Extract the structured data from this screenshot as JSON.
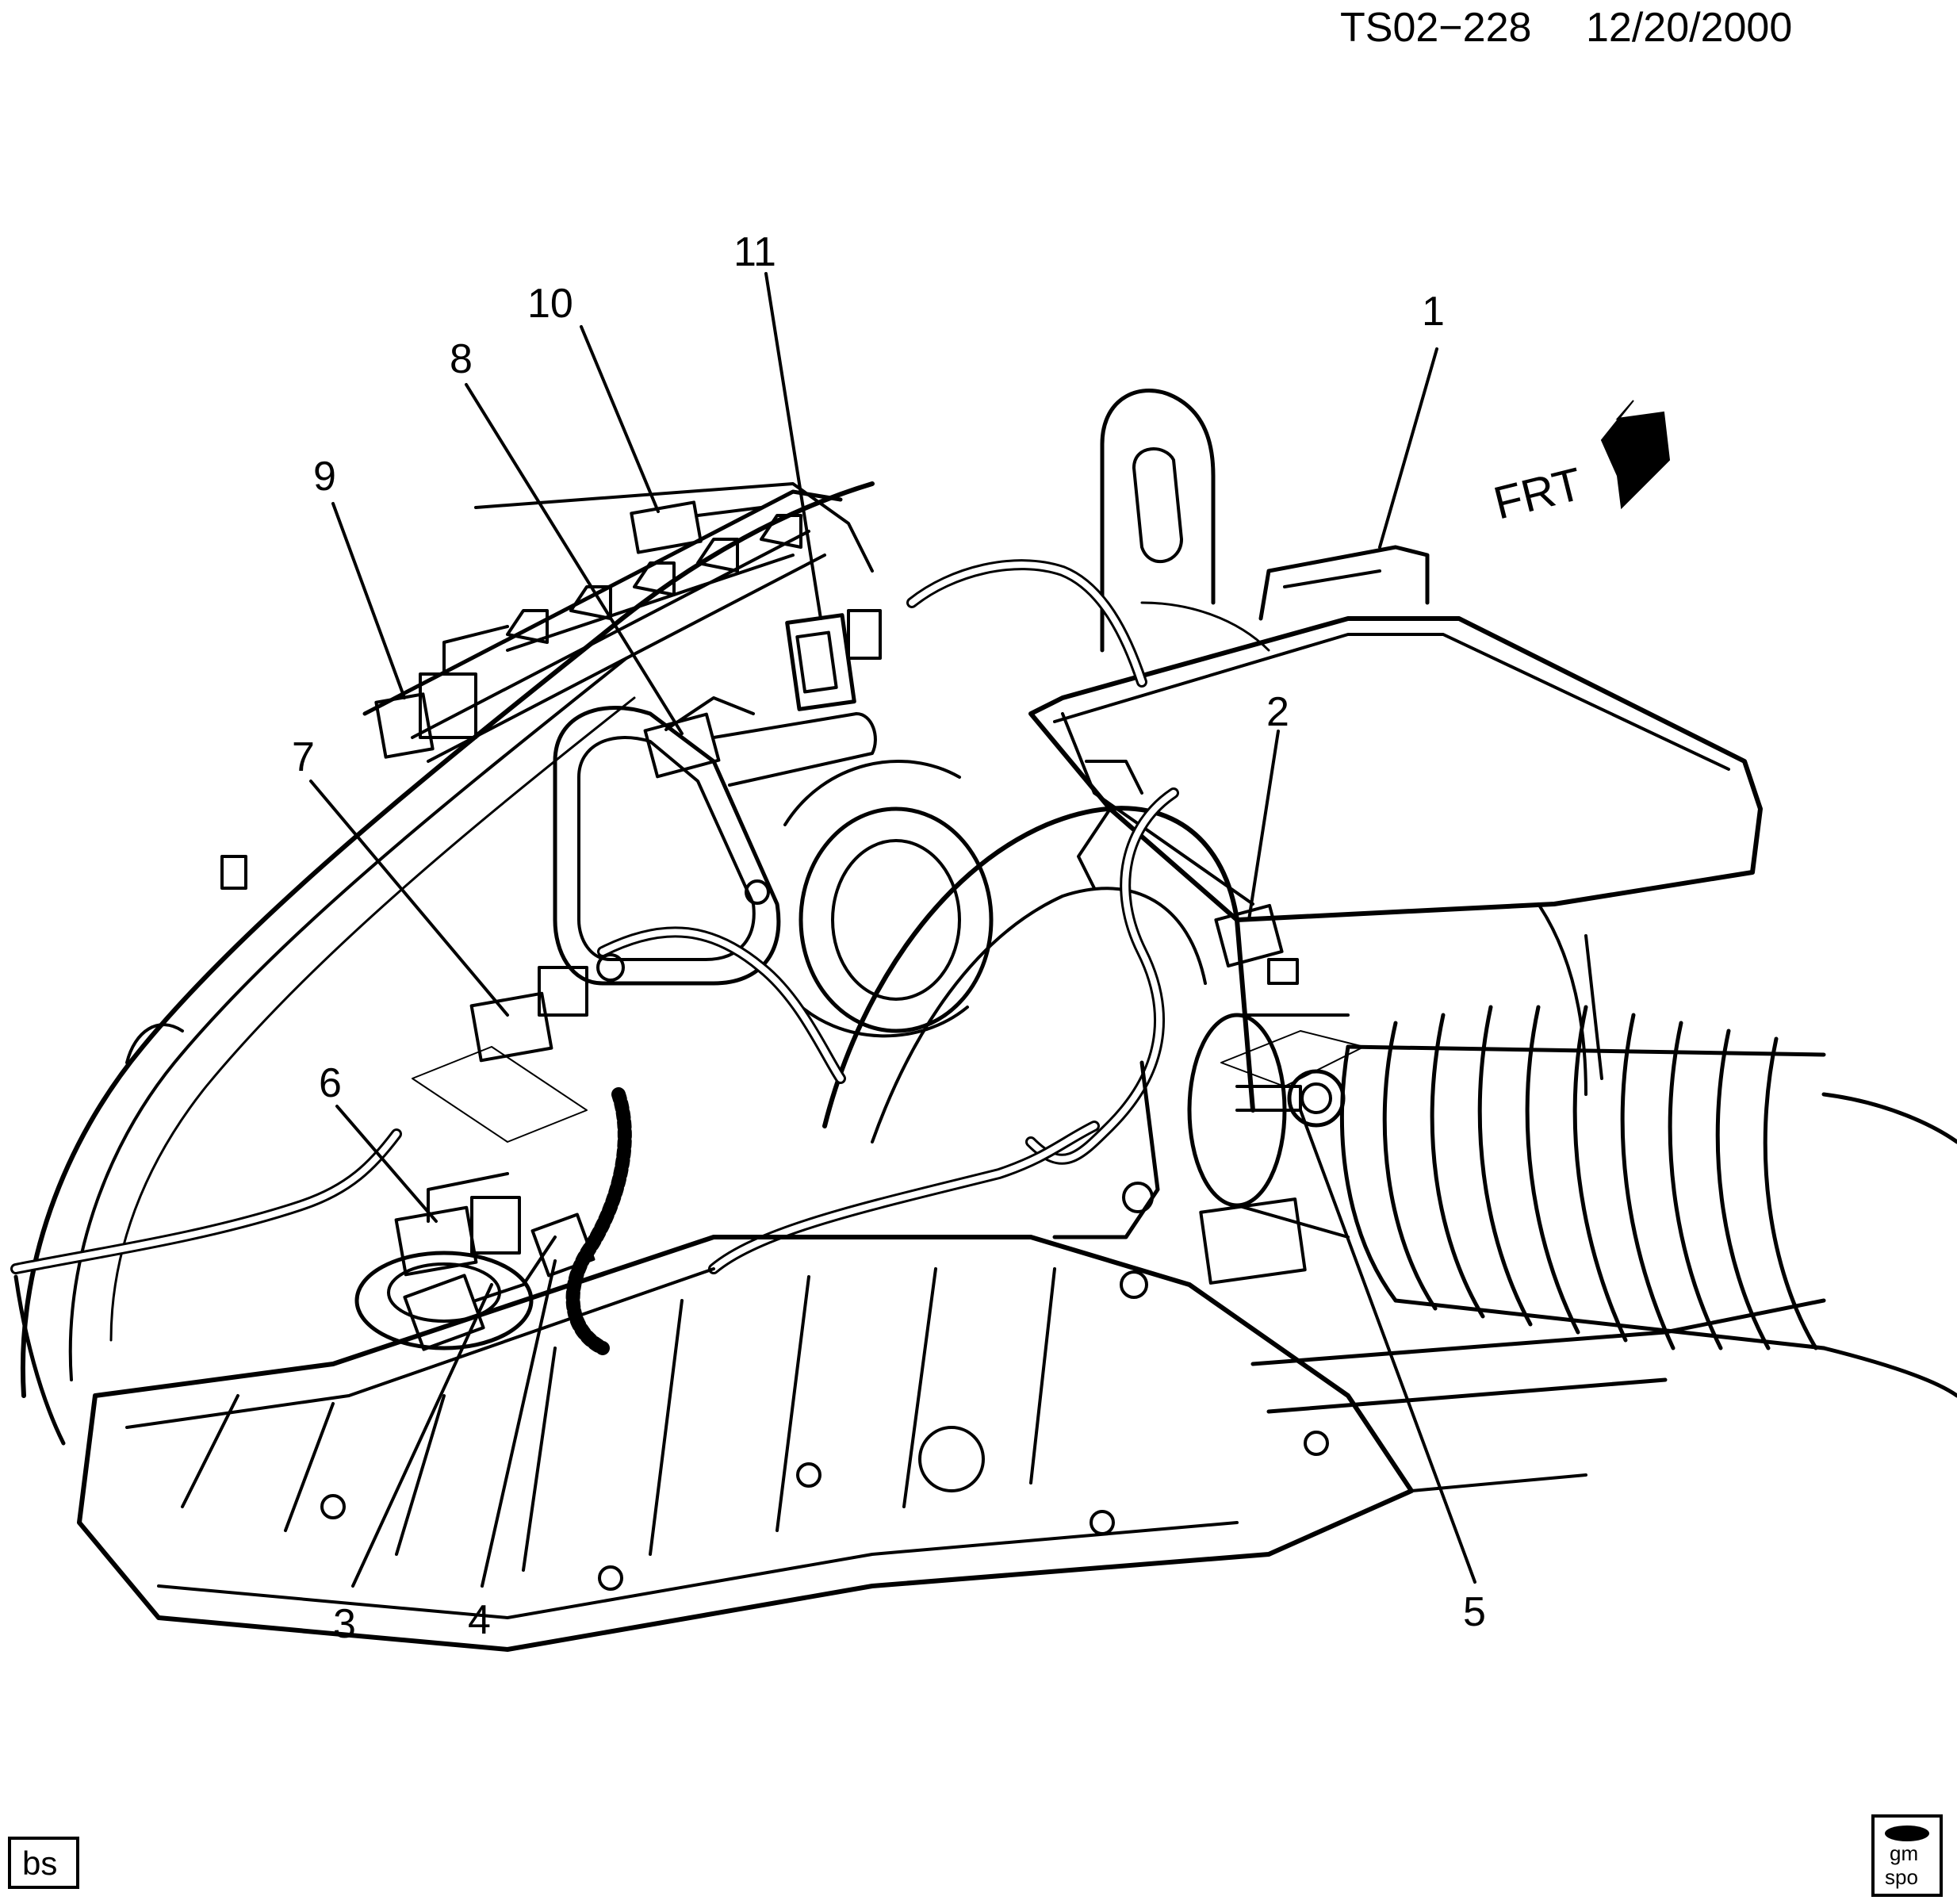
{
  "header": {
    "doc_id": "TS02−228",
    "date": "12/20/2000"
  },
  "orientation": {
    "label": "FRT"
  },
  "callouts": [
    {
      "id": "callout-1",
      "label": "1"
    },
    {
      "id": "callout-2",
      "label": "2"
    },
    {
      "id": "callout-3",
      "label": "3"
    },
    {
      "id": "callout-4",
      "label": "4"
    },
    {
      "id": "callout-5",
      "label": "5"
    },
    {
      "id": "callout-6",
      "label": "6"
    },
    {
      "id": "callout-7",
      "label": "7"
    },
    {
      "id": "callout-8",
      "label": "8"
    },
    {
      "id": "callout-9",
      "label": "9"
    },
    {
      "id": "callout-10",
      "label": "10"
    },
    {
      "id": "callout-11",
      "label": "11"
    }
  ],
  "footer": {
    "badge": "bs",
    "logo_text_top": "gm",
    "logo_text_bottom": "spo"
  },
  "colors": {
    "ink": "#000000",
    "paper": "#ffffff"
  }
}
